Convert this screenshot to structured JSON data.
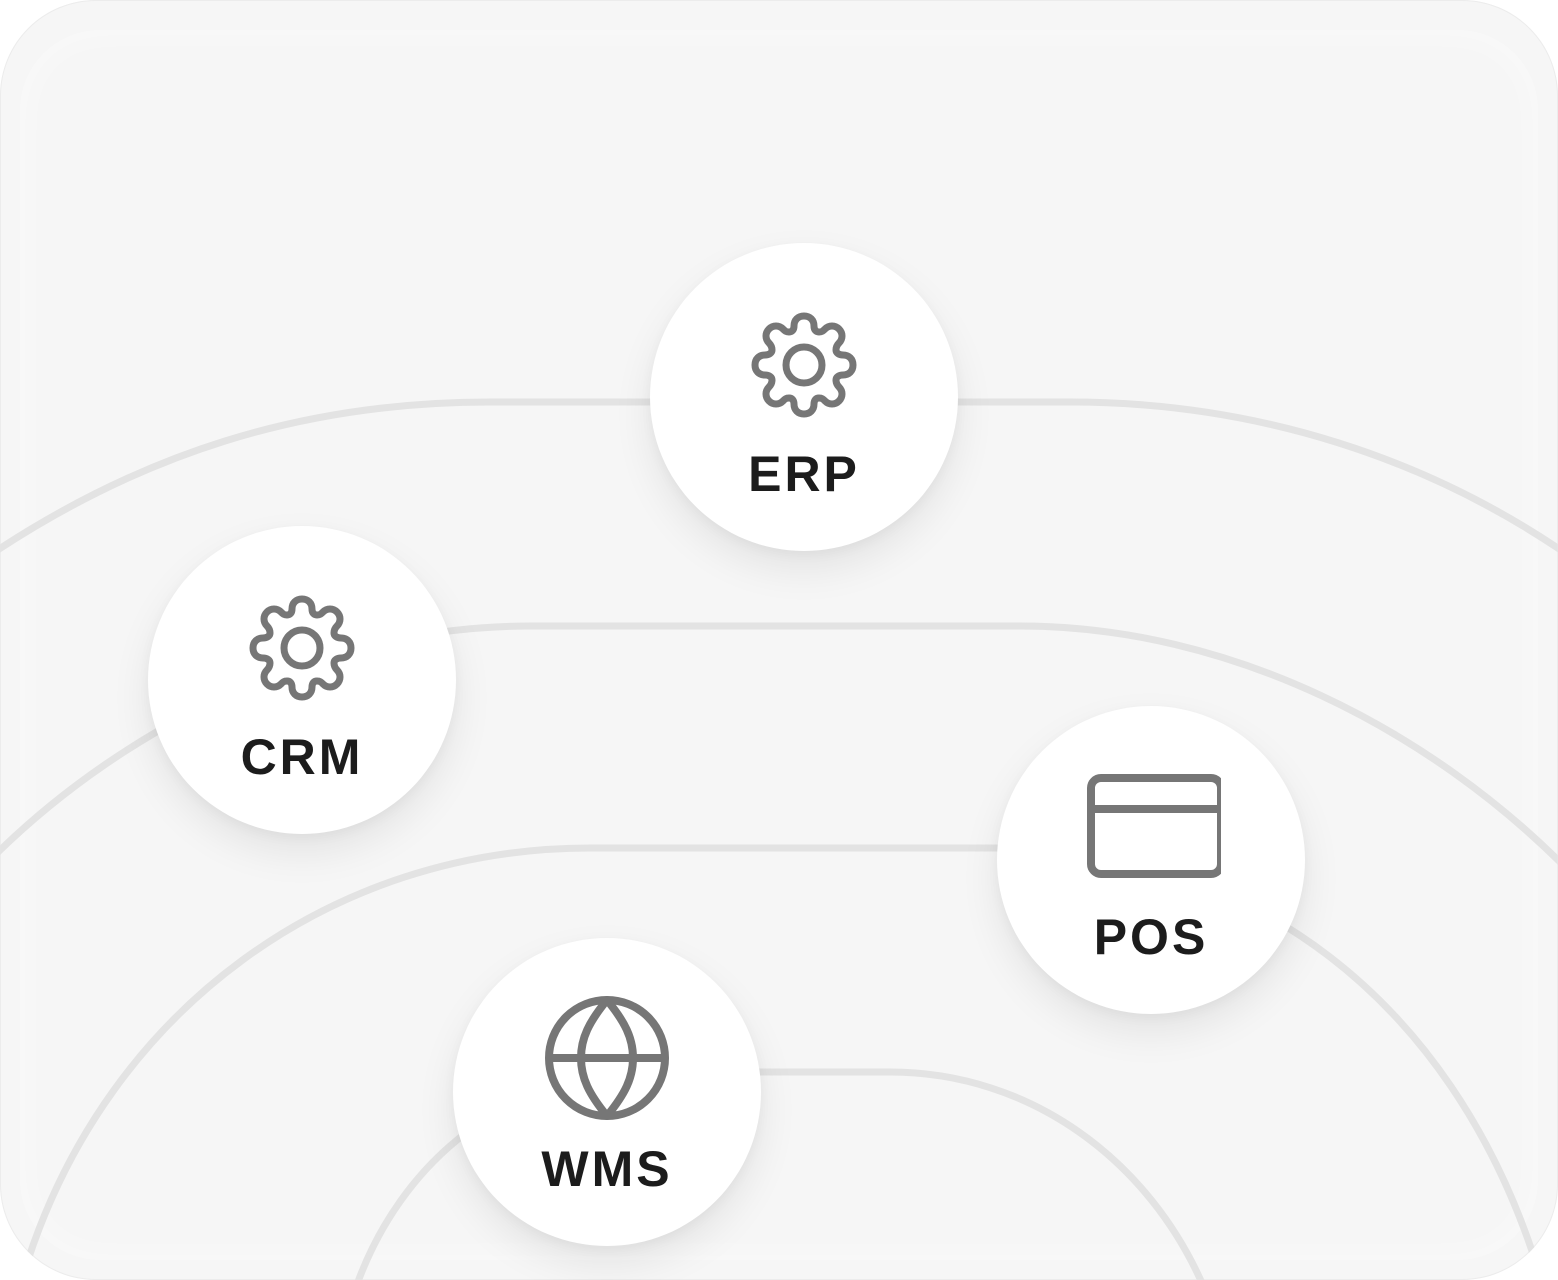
{
  "nodes": {
    "erp": {
      "label": "ERP",
      "icon": "gear-icon"
    },
    "crm": {
      "label": "CRM",
      "icon": "gear-icon"
    },
    "pos": {
      "label": "POS",
      "icon": "credit-card-icon"
    },
    "wms": {
      "label": "WMS",
      "icon": "globe-icon"
    }
  },
  "colors": {
    "background": "#f6f6f6",
    "track": "#e3e3e3",
    "node_fill": "#ffffff",
    "icon": "#767676",
    "label": "#1c1c1c"
  }
}
